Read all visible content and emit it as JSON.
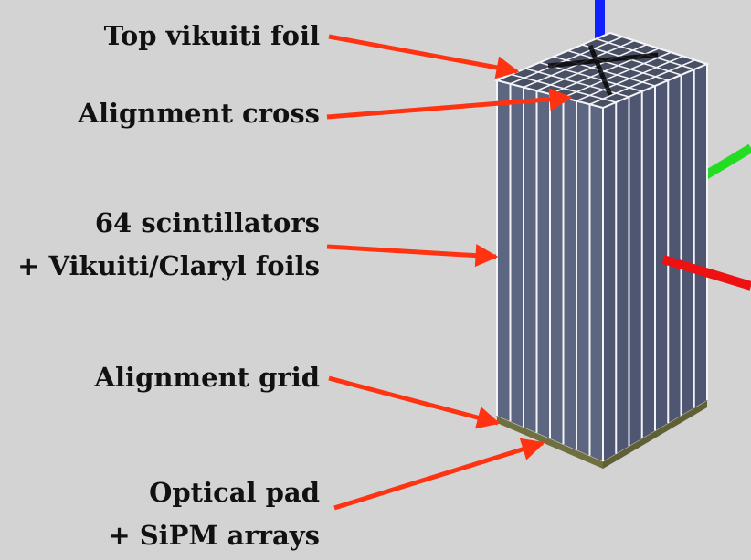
{
  "labels": {
    "top_foil": "Top vikuiti foil",
    "alignment_cross": "Alignment cross",
    "scintillators_line1": "64 scintillators",
    "scintillators_line2": "+ Vikuiti/Claryl foils",
    "alignment_grid": "Alignment grid",
    "optical_pad_line1": "Optical pad",
    "optical_pad_line2": "+ SiPM arrays"
  },
  "colors": {
    "background": "#d3d3d3",
    "arrow": "#ff3311",
    "axis_z": "#1020ff",
    "axis_y": "#22dd22",
    "axis_x": "#ee1111",
    "crystal_face": "#5d6680",
    "crystal_line": "#f4f4f8",
    "pad": "#8e8f55"
  },
  "grid": {
    "columns": 8,
    "rows": 8
  }
}
